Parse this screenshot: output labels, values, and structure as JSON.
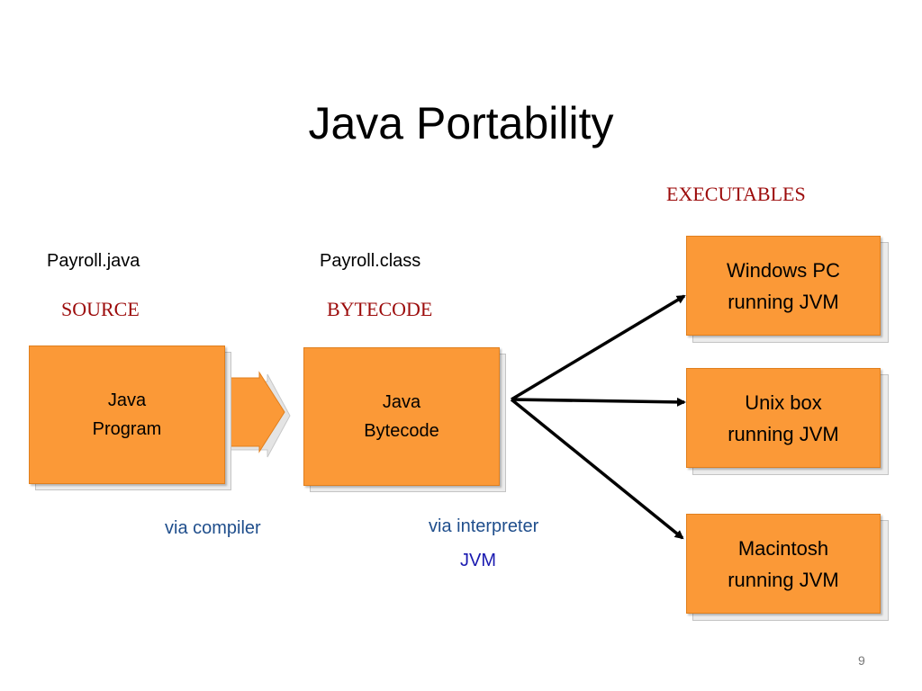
{
  "title": "Java Portability",
  "labels": {
    "executables": "EXECUTABLES",
    "source_file": "Payroll.java",
    "bytecode_file": "Payroll.class",
    "source": "SOURCE",
    "bytecode": "BYTECODE",
    "via_compiler": "via compiler",
    "via_interpreter": "via interpreter",
    "jvm": "JVM"
  },
  "boxes": {
    "java_program": {
      "line1": "Java",
      "line2": "Program"
    },
    "java_bytecode": {
      "line1": "Java",
      "line2": "Bytecode"
    },
    "windows": {
      "line1": "Windows PC",
      "line2": "running JVM"
    },
    "unix": {
      "line1": "Unix box",
      "line2": "running JVM"
    },
    "mac": {
      "line1": "Macintosh",
      "line2": "running JVM"
    }
  },
  "page_number": "9",
  "colors": {
    "box_fill": "#fb9937",
    "heading_red": "#9c0b0b",
    "via_blue": "#1f4e8c",
    "jvm_blue": "#1a1ab0"
  }
}
